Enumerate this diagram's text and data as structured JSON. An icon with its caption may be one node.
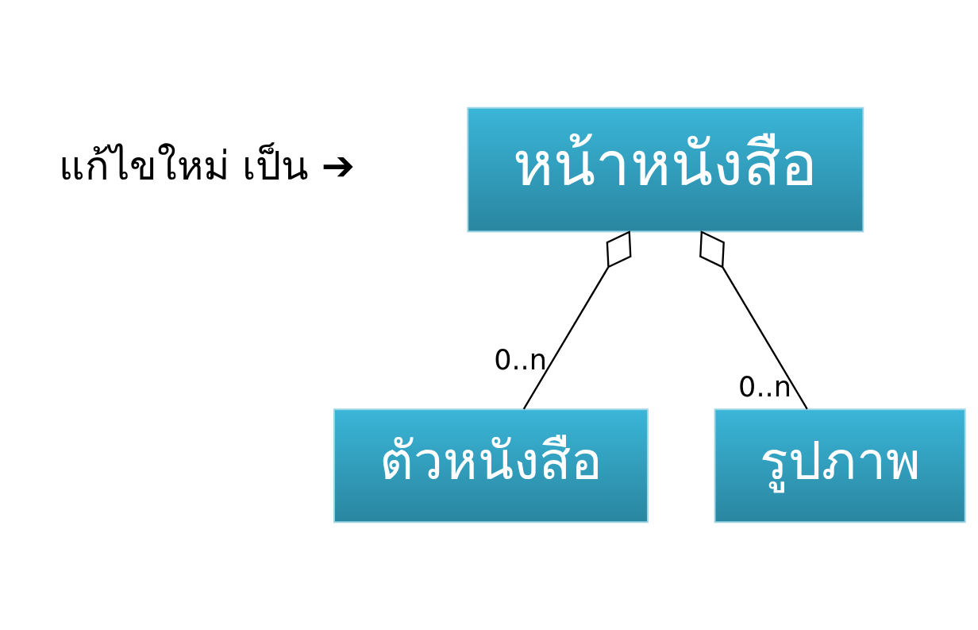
{
  "diagram": {
    "nodes": [
      {
        "text": [
          "หน้าหนังสือ"
        ]
      },
      {
        "text": [
          "ตัวหนังสือ"
        ]
      },
      {
        "text": [
          "รูปภาพ"
        ]
      }
    ],
    "edges": [
      {
        "from": 0,
        "to": 1,
        "arrow": "other",
        "label": "0..n"
      },
      {
        "from": 0,
        "to": 2,
        "arrow": "other",
        "label": "0..n"
      }
    ],
    "labels": [
      "แก้ไขใหม่ เป็น ➔"
    ]
  }
}
